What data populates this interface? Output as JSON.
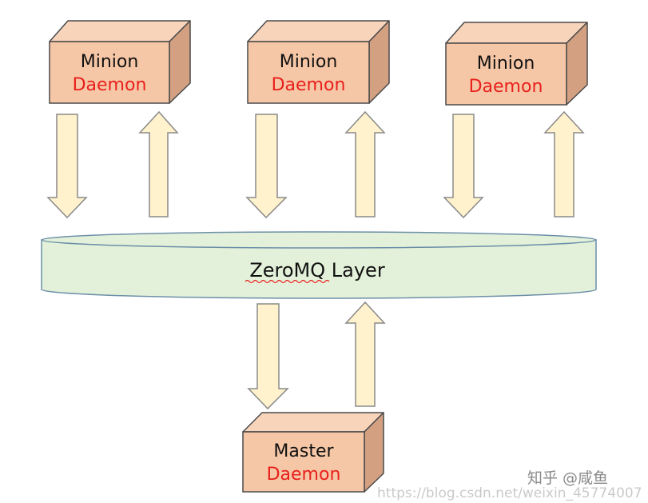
{
  "nodes": {
    "minion_left": {
      "title": "Minion",
      "subtitle": "Daemon"
    },
    "minion_center": {
      "title": "Minion",
      "subtitle": "Daemon"
    },
    "minion_right": {
      "title": "Minion",
      "subtitle": "Daemon"
    },
    "master": {
      "title": "Master",
      "subtitle": "Daemon"
    }
  },
  "layer": {
    "label": "ZeroMQ Layer"
  },
  "watermark": {
    "url": "https://blog.csdn.net/weixin_45774007",
    "zhihu": "知乎 @咸鱼"
  },
  "colors": {
    "box_front": "#f6c7a6",
    "box_top": "#f8d4bb",
    "box_side": "#d3a182",
    "box_stroke": "#4a4a4a",
    "arrow_fill": "#fff2cc",
    "arrow_stroke": "#8a8a8a",
    "layer_fill": "#e3f1da",
    "layer_stroke": "#6c8fa8",
    "subtitle_red": "#e8201c",
    "squiggle": "#e8201c"
  }
}
